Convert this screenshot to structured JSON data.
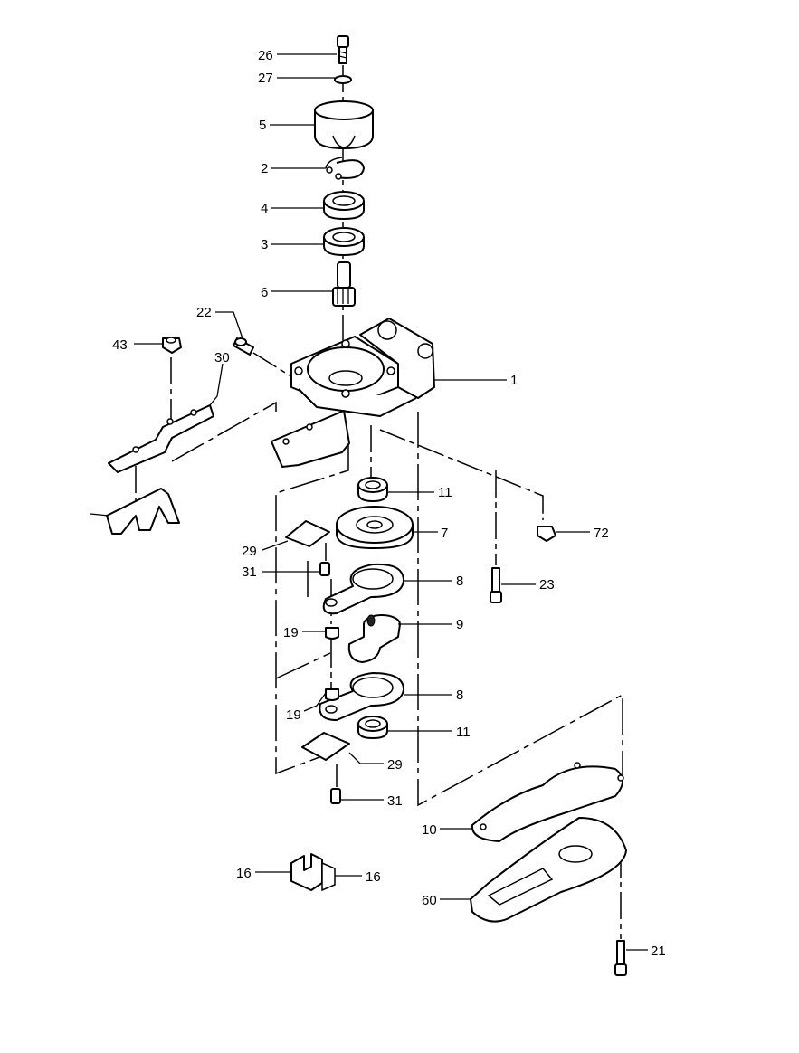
{
  "callouts": {
    "c26": "26",
    "c27": "27",
    "c5": "5",
    "c2": "2",
    "c4": "4",
    "c3": "3",
    "c6": "6",
    "c22": "22",
    "c43": "43",
    "c30": "30",
    "c1": "1",
    "c11a": "11",
    "c7": "7",
    "c72": "72",
    "c29a": "29",
    "c31a": "31",
    "c23": "23",
    "c8a": "8",
    "c9": "9",
    "c19a": "19",
    "c8b": "8",
    "c19b": "19",
    "c11b": "11",
    "c29b": "29",
    "c31b": "31",
    "c10": "10",
    "c16a": "16",
    "c16b": "16",
    "c60": "60",
    "c21": "21"
  }
}
